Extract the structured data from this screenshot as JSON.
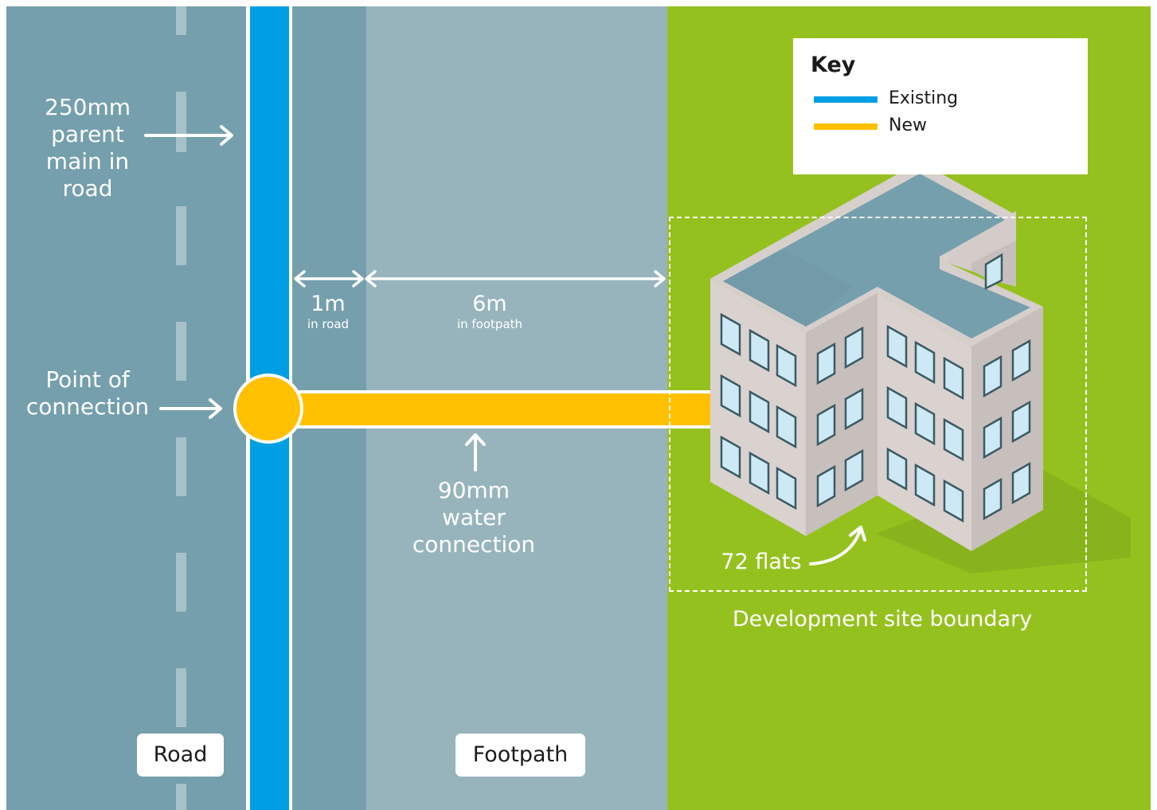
{
  "labels": {
    "parent_main": [
      "250mm",
      "parent",
      "main in",
      "road"
    ],
    "point_of_connection": [
      "Point of",
      "connection"
    ],
    "water_connection": [
      "90mm",
      "water",
      "connection"
    ],
    "flats": "72 flats",
    "site_boundary": "Development site boundary"
  },
  "dimensions": {
    "road": {
      "value": "1m",
      "note": "in road"
    },
    "footpath": {
      "value": "6m",
      "note": "in footpath"
    }
  },
  "tags": {
    "road": "Road",
    "footpath": "Footpath"
  },
  "key": {
    "title": "Key",
    "items": [
      {
        "label": "Existing",
        "color": "#009fe3"
      },
      {
        "label": "New",
        "color": "#ffc000"
      }
    ]
  },
  "colors": {
    "road": "#759fac",
    "road_strip": "#759fac",
    "footpath": "#97b4bd",
    "grass": "#95c11f",
    "existing_main": "#009fe3",
    "new_connection": "#ffc000"
  }
}
